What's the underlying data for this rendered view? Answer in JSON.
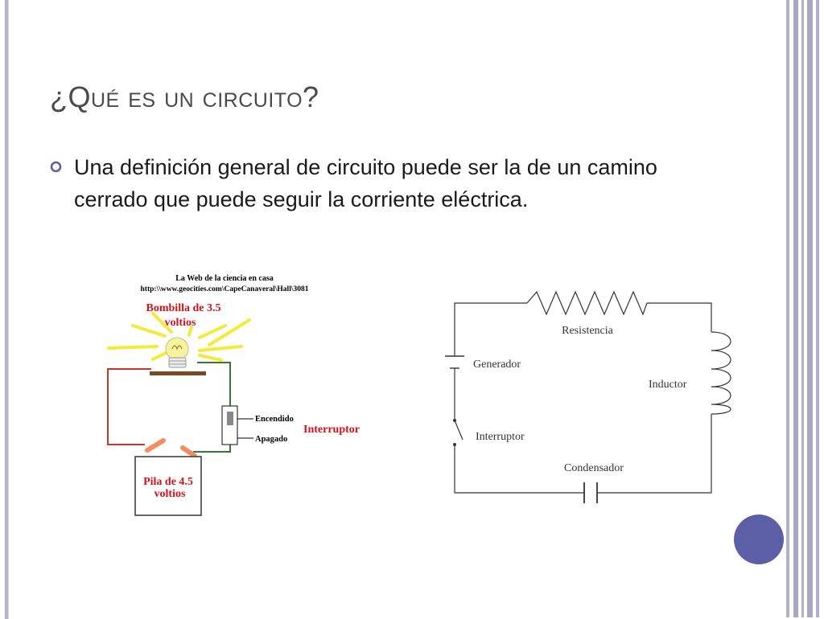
{
  "slide": {
    "title": "¿Qué es un circuito?",
    "bullet": "Una definición general de circuito puede ser la de un camino cerrado que puede seguir la corriente eléctrica."
  },
  "figure_left": {
    "source_title": "La Web de la ciencia en casa",
    "source_url": "http:\\\\www.geocities.com\\CapeCanaveral\\Hall\\3081",
    "bulb_label_line1": "Bombilla de 3.5",
    "bulb_label_line2": "voltios",
    "switch_on_label": "Encendido",
    "switch_off_label": "Apagado",
    "switch_label": "Interruptor",
    "battery_label_line1": "Pila de 4.5",
    "battery_label_line2": "voltios"
  },
  "figure_right": {
    "resistor_label": "Resistencia",
    "generator_label": "Generador",
    "inductor_label": "Inductor",
    "switch_label": "Interruptor",
    "capacitor_label": "Condensador"
  },
  "colors": {
    "title": "#4a4a4a",
    "frame": "#b6b3cd",
    "accent_circle": "#5c5fa6",
    "bullet": "#5c5fa6",
    "label_red": "#d0121b",
    "wire_red": "#c8352b",
    "wire_green": "#2e7d32",
    "ray_yellow": "#f4ea3a"
  }
}
